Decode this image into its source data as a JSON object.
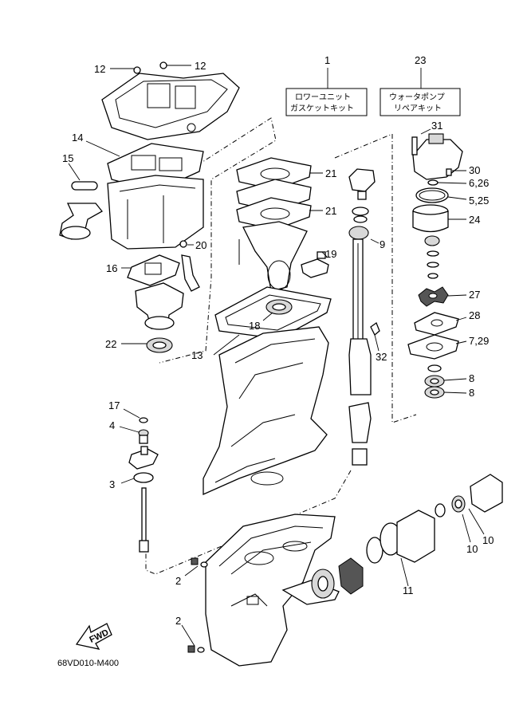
{
  "callouts": {
    "c1": "1",
    "c23": "23",
    "c12a": "12",
    "c12b": "12",
    "c14": "14",
    "c15": "15",
    "c21a": "21",
    "c21b": "21",
    "c31": "31",
    "c30": "30",
    "c626": "6,26",
    "c525": "5,25",
    "c24": "24",
    "c9": "9",
    "c20": "20",
    "c16": "16",
    "c19": "19",
    "c27": "27",
    "c28": "28",
    "c18": "18",
    "c729": "7,29",
    "c22": "22",
    "c13": "13",
    "c32": "32",
    "c8a": "8",
    "c8b": "8",
    "c17": "17",
    "c4": "4",
    "c3": "3",
    "c10a": "10",
    "c10b": "10",
    "c2a": "2",
    "c11": "11",
    "c2b": "2"
  },
  "kits": {
    "lower_unit_line1": "ロワーユニット",
    "lower_unit_line2": "ガスケットキット",
    "water_pump_line1": "ウォータポンプ",
    "water_pump_line2": "リペアキット"
  },
  "fwd_label": "FWD",
  "figure_code": "68VD010-M400"
}
